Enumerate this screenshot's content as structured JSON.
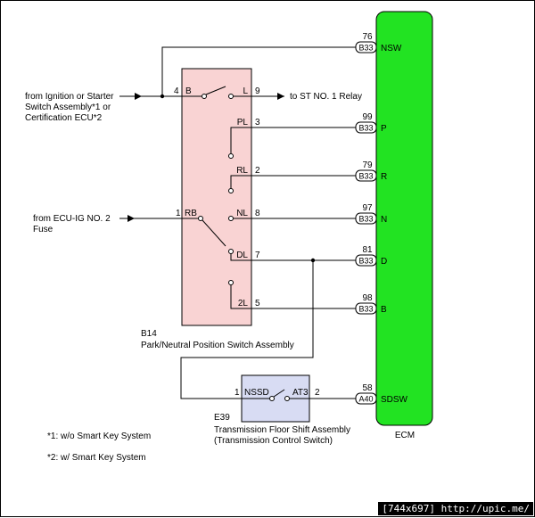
{
  "ecm": {
    "label": "ECM",
    "pins": [
      {
        "name": "NSW",
        "conn": "B33",
        "num": "76"
      },
      {
        "name": "P",
        "conn": "B33",
        "num": "99"
      },
      {
        "name": "R",
        "conn": "B33",
        "num": "79"
      },
      {
        "name": "N",
        "conn": "B33",
        "num": "97"
      },
      {
        "name": "D",
        "conn": "B33",
        "num": "81"
      },
      {
        "name": "B",
        "conn": "B33",
        "num": "98"
      },
      {
        "name": "SDSW",
        "conn": "A40",
        "num": "58"
      }
    ]
  },
  "b14": {
    "code": "B14",
    "name": "Park/Neutral Position Switch Assembly",
    "terminals": [
      {
        "pin": "4",
        "name": "B"
      },
      {
        "pin": "9",
        "name": "L"
      },
      {
        "pin": "3",
        "name": "PL"
      },
      {
        "pin": "2",
        "name": "RL"
      },
      {
        "pin": "1",
        "name": "RB"
      },
      {
        "pin": "8",
        "name": "NL"
      },
      {
        "pin": "7",
        "name": "DL"
      },
      {
        "pin": "5",
        "name": "2L"
      }
    ]
  },
  "e39": {
    "code": "E39",
    "name_line1": "Transmission Floor Shift Assembly",
    "name_line2": "(Transmission Control Switch)",
    "terminals": [
      {
        "pin": "1",
        "name": "NSSD"
      },
      {
        "pin": "2",
        "name": "AT3"
      }
    ]
  },
  "sources": {
    "ignition": [
      "from Ignition or Starter",
      "Switch Assembly*1 or",
      "Certification ECU*2"
    ],
    "ecu_ig": [
      "from ECU-IG NO. 2",
      "Fuse"
    ],
    "relay": "to ST NO. 1 Relay"
  },
  "notes": [
    "*1: w/o Smart Key System",
    "*2: w/ Smart Key System"
  ],
  "watermark": "[744x697] http://upic.me/",
  "colors": {
    "ecm_fill": "#22e322",
    "b14_fill": "#f9d3d3",
    "e39_fill": "#d8dcf3"
  }
}
